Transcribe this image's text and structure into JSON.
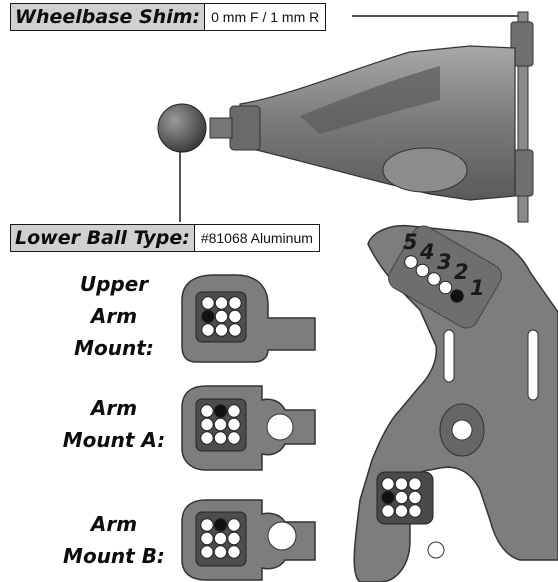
{
  "wheelbase_shim": {
    "label": "Wheelbase Shim:",
    "value": "0 mm F / 1 mm R"
  },
  "lower_ball_type": {
    "label": "Lower Ball Type:",
    "value": "#81068 Aluminum"
  },
  "mounts": {
    "upper_arm_mount": "Upper Arm Mount:",
    "arm_mount_a": "Arm Mount A:",
    "arm_mount_b": "Arm Mount B:"
  },
  "hole_numbers": [
    "5",
    "4",
    "3",
    "2",
    "1"
  ],
  "colors": {
    "part": "#7d7d7d",
    "part_dark": "#4a4a4a",
    "label_bg": "#d0d0d0"
  }
}
